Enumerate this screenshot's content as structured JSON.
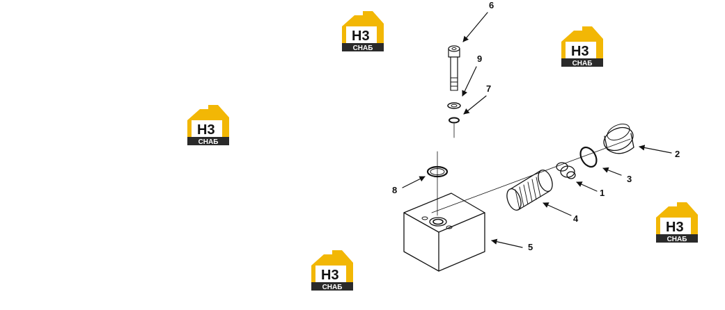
{
  "colors": {
    "background": "#ffffff",
    "line": "#111111",
    "watermark_yellow": "#f2b705",
    "watermark_dark": "#2a2a2a"
  },
  "watermark": {
    "letters": "H3",
    "caption": "СНАБ"
  },
  "callouts": {
    "c1": "1",
    "c2": "2",
    "c3": "3",
    "c4": "4",
    "c5": "5",
    "c6": "6",
    "c7": "7",
    "c8": "8",
    "c9": "9"
  }
}
